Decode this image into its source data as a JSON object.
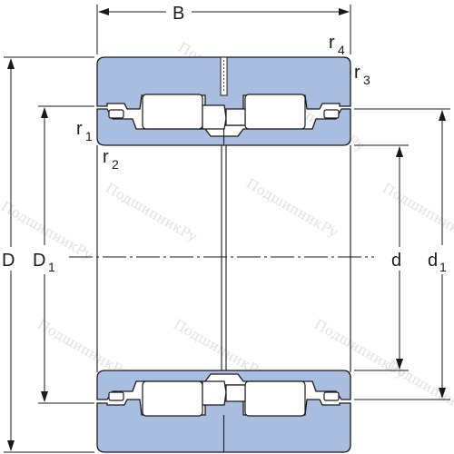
{
  "drawing": {
    "dimension_labels": {
      "B": "B",
      "D": "D",
      "D1_main": "D",
      "D1_sub": "1",
      "d": "d",
      "d1_main": "d",
      "d1_sub": "1"
    },
    "radius_labels": {
      "r1_main": "r",
      "r1_sub": "1",
      "r2_main": "r",
      "r2_sub": "2",
      "r3_main": "r",
      "r3_sub": "3",
      "r4_main": "r",
      "r4_sub": "4"
    },
    "watermark": "ПодшипникРу",
    "colors": {
      "ring_fill": "#a9bde0",
      "line": "#1a1a1a",
      "watermark": "#c9c9c9"
    }
  }
}
